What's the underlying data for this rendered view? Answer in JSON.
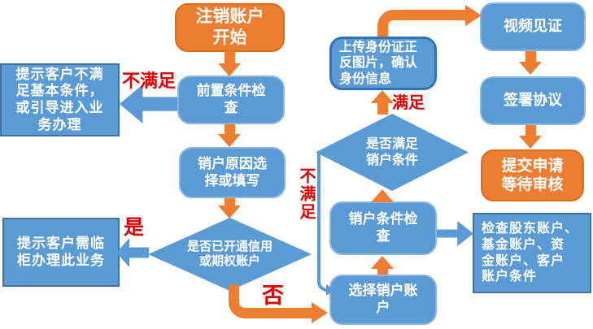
{
  "colors": {
    "orange": "#ED7D31",
    "blue": "#5B9BD5",
    "blue_dark": "#2E75B6",
    "border_blue": "#41719C",
    "red": "#E00000",
    "background": "#FFFFFF"
  },
  "nodes": {
    "start": "注销账户\n开始",
    "precheck": "前置条件检\n查",
    "reason": "销户原因选\n择或填写",
    "credit_diamond": "是否已开通信用\n或期权账户",
    "notify_fail": "提示客户不满\n足基本条件，\n或引导进入业\n务办理",
    "notify_counter": "提示客户需临\n柜办理此业务",
    "select_account": "选择销户账\n户",
    "cond_check": "销户条件检\n查",
    "cond_diamond": "是否满足\n销户条件",
    "upload_id": "上传身份证正\n反图片，确认\n身份信息",
    "video": "视频见证",
    "sign": "签署协议",
    "submit": "提交申请\n等待审核",
    "check_accounts": "检查股东账户、\n基金账户、资\n金账户、客户\n账户条件"
  },
  "edge_labels": {
    "not_satisfied_left": "不满足",
    "yes": "是",
    "no": "否",
    "not_satisfied_mid": "不满足",
    "satisfied": "满足"
  }
}
